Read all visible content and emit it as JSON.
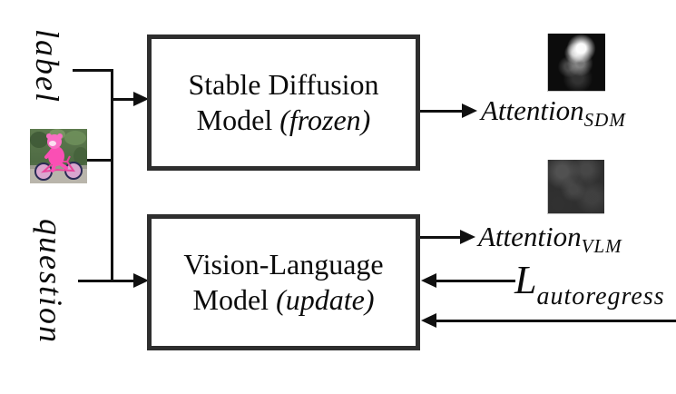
{
  "inputs": {
    "label": "label",
    "question": "question",
    "image_icon": "teddy-bear-on-bicycle-photo"
  },
  "boxes": {
    "sdm": {
      "line1": "Stable Diffusion",
      "line2_normal": "Model ",
      "line2_italic": "(frozen)"
    },
    "vlm": {
      "line1": "Vision-Language",
      "line2_normal": "Model ",
      "line2_italic": "(update)"
    }
  },
  "outputs": {
    "attention_sdm": {
      "base": "Attention",
      "sub": "SDM"
    },
    "attention_vlm": {
      "base": "Attention",
      "sub": "VLM"
    },
    "loss": {
      "base": "L",
      "sub": "autoregress"
    }
  },
  "colors": {
    "line": "#101010",
    "box_border": "#2e2e2e",
    "text": "#0b0b0b",
    "heatmap_sdm_bg": "#0c0c0c",
    "heatmap_vlm_bg": "#2f2f2f"
  }
}
